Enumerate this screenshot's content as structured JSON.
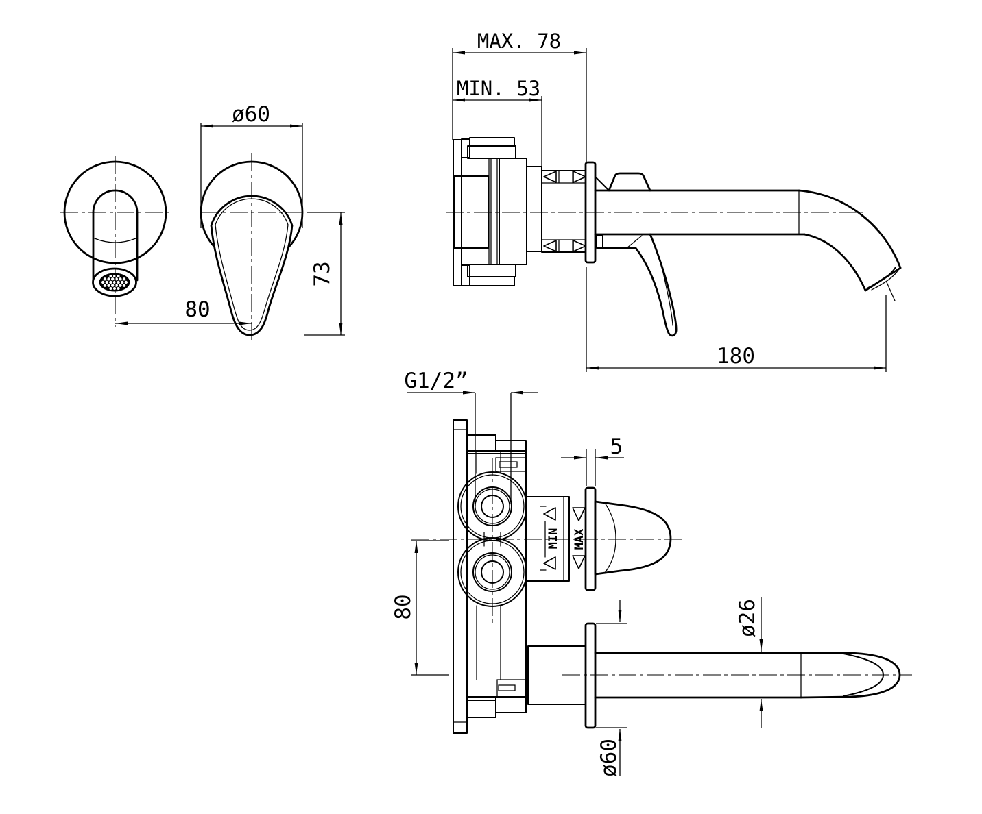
{
  "drawing": {
    "type": "technical-dimension-drawing",
    "subject": "wall-mounted single-lever basin mixer, three orthographic views",
    "colors": {
      "background": "#ffffff",
      "ink": "#000000"
    },
    "views": {
      "front": {
        "dims": {
          "handle_diameter": "ø60",
          "handle_height": "73",
          "center_distance": "80"
        }
      },
      "side": {
        "dims": {
          "max_wall_depth": "MAX. 78",
          "min_wall_depth": "MIN. 53",
          "spout_reach": "180"
        }
      },
      "plan": {
        "dims": {
          "thread_size": "G1/2”",
          "flange_thickness": "5",
          "port_center_distance": "80",
          "spout_diameter": "ø26",
          "flange_diameter": "ø60"
        },
        "markers": {
          "min_label": "MIN",
          "max_label": "MAX"
        }
      }
    }
  }
}
